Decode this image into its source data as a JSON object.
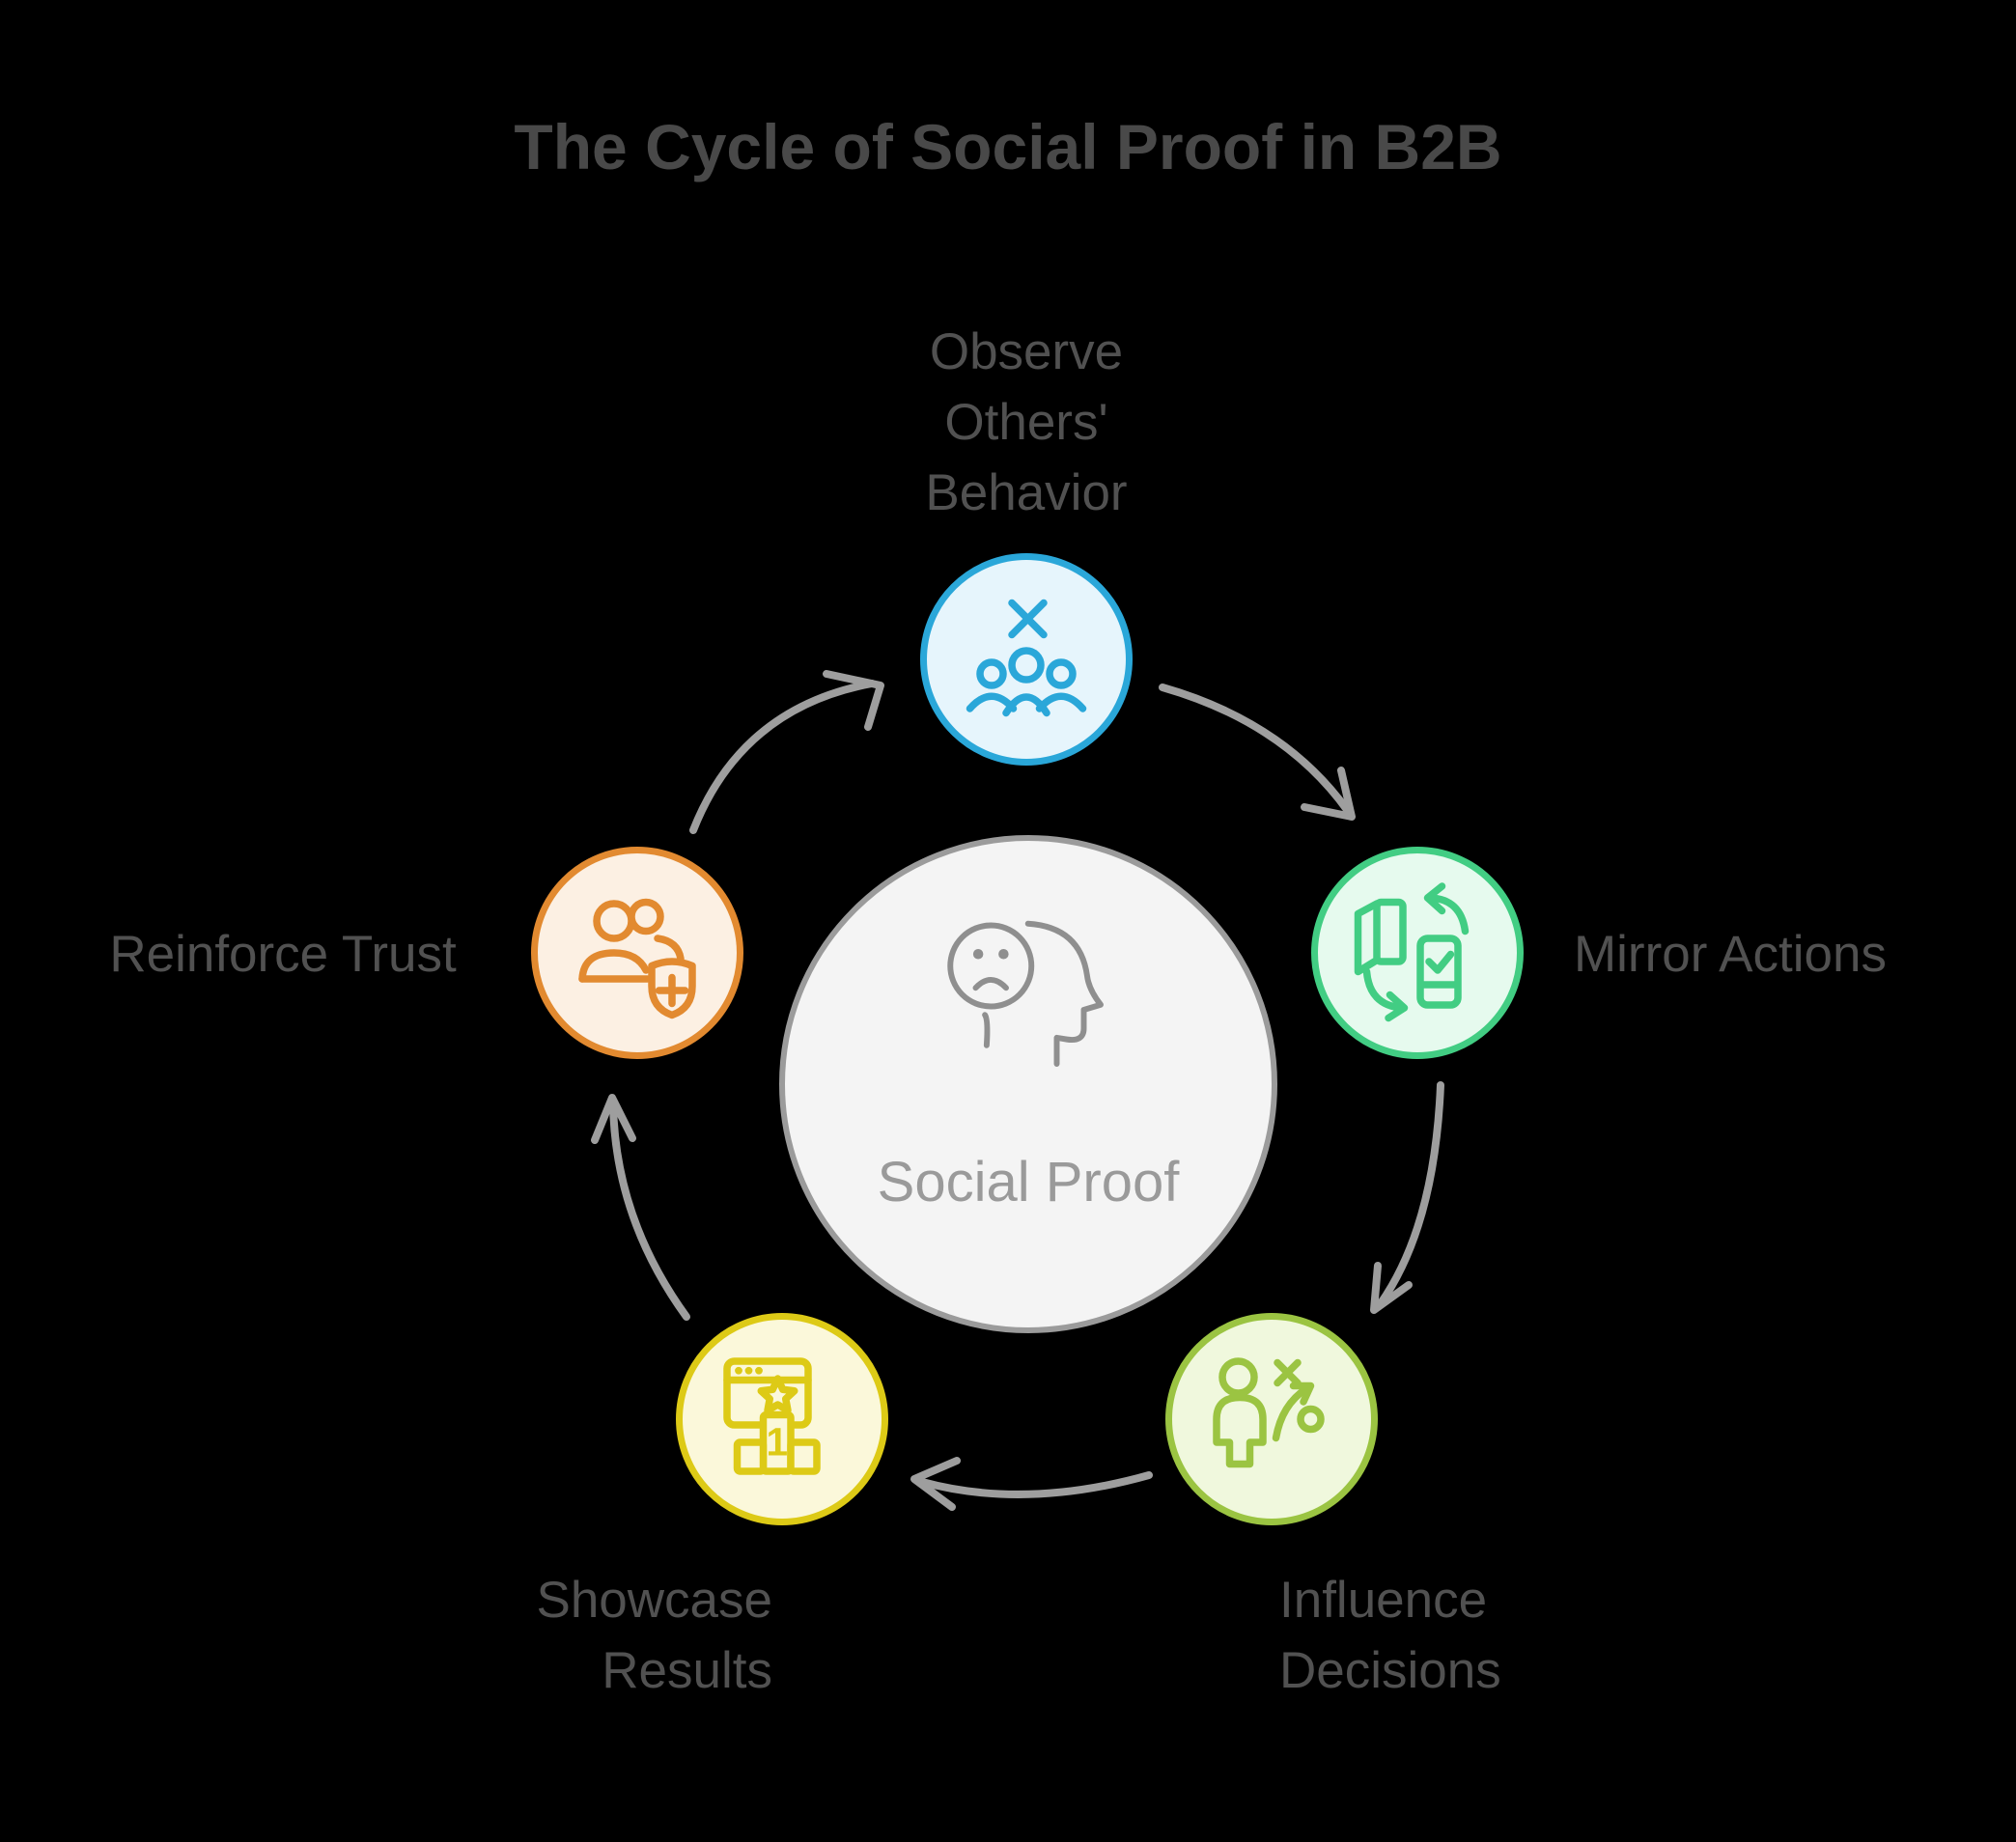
{
  "title": "The Cycle of Social Proof in B2B",
  "colors": {
    "background": "#000000",
    "title_text": "#494949",
    "label_text": "#515151",
    "arrow": "#9e9e9e",
    "center_text": "#9a9a9a",
    "center_icon": "#8f8f8f"
  },
  "center": {
    "label": "Social Proof",
    "icon": "pensive-head-icon",
    "fill": "#f4f4f4",
    "border": "#9b9b9b"
  },
  "steps": [
    {
      "name": "observe-others-behavior",
      "lines": [
        "Observe",
        "Others'",
        "Behavior"
      ],
      "icon": "audience-group-icon",
      "fill": "#e6f5fc",
      "border": "#2aa7d9"
    },
    {
      "name": "mirror-actions",
      "lines": [
        "Mirror Actions"
      ],
      "icon": "door-device-swap-icon",
      "fill": "#e6faee",
      "border": "#42cd83"
    },
    {
      "name": "influence-decisions",
      "lines": [
        "Influence",
        "Decisions"
      ],
      "icon": "person-strategy-icon",
      "fill": "#f0f8dd",
      "border": "#9bc442"
    },
    {
      "name": "showcase-results",
      "lines": [
        "Showcase",
        "Results"
      ],
      "icon": "winner-webpage-icon",
      "fill": "#fbf8da",
      "border": "#ddca16"
    },
    {
      "name": "reinforce-trust",
      "lines": [
        "Reinforce Trust"
      ],
      "icon": "users-shield-plus-icon",
      "fill": "#fcf0e3",
      "border": "#e28a30"
    }
  ]
}
